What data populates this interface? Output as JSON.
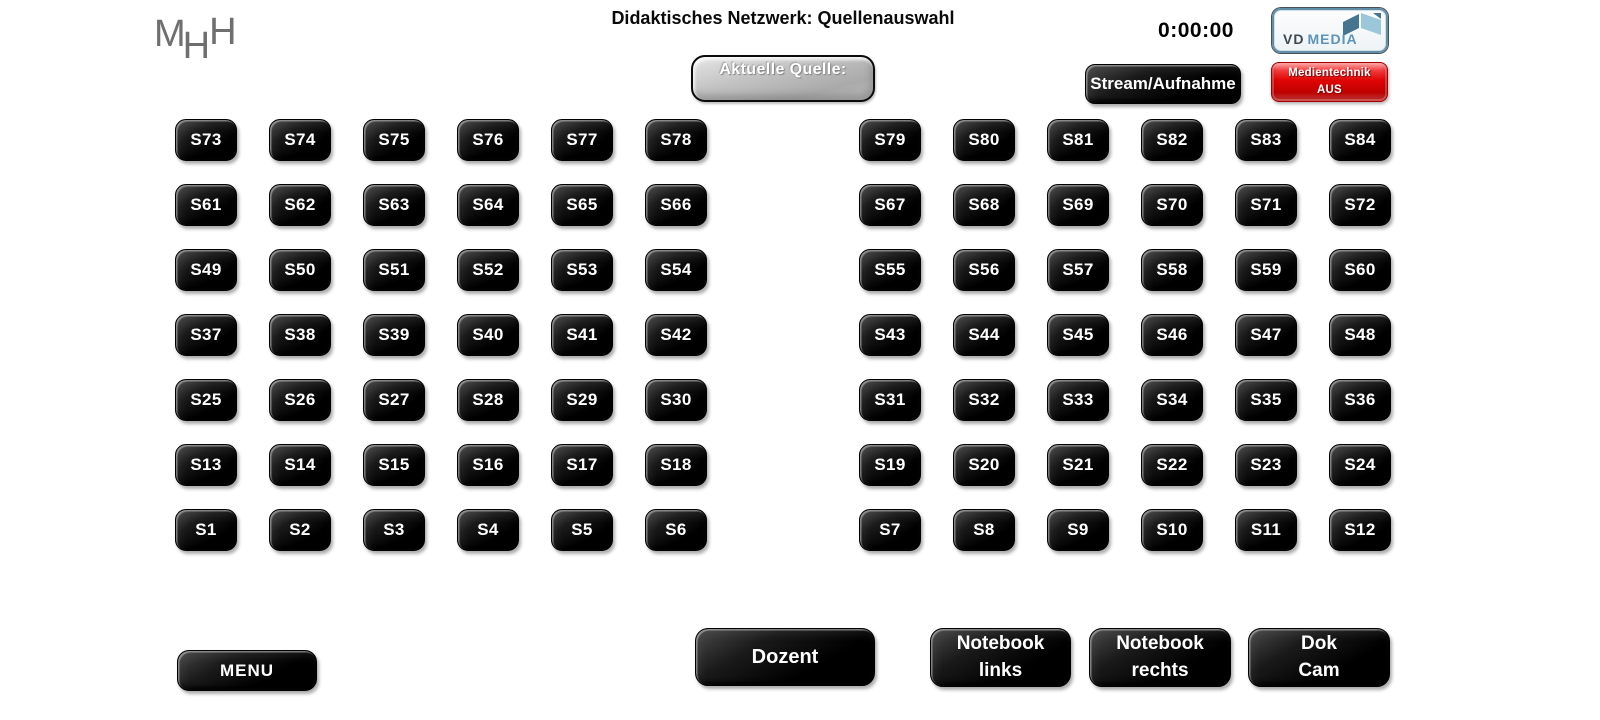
{
  "header": {
    "logo_letters": [
      "M",
      "H",
      "H"
    ],
    "title": "Didaktisches Netzwerk: Quellenauswahl",
    "current_source": {
      "label": "Aktuelle Quelle:",
      "value": ""
    },
    "timer": "0:00:00",
    "vd_media": {
      "part1": "VD",
      "part2": "MEDIA",
      "icon": "open-book-ribbon-icon"
    },
    "stream_button": "Stream/Aufnahme",
    "media_off_button": {
      "line1": "Medientechnik",
      "line2": "AUS"
    }
  },
  "sources": {
    "left": [
      "S73",
      "S74",
      "S75",
      "S76",
      "S77",
      "S78",
      "S61",
      "S62",
      "S63",
      "S64",
      "S65",
      "S66",
      "S49",
      "S50",
      "S51",
      "S52",
      "S53",
      "S54",
      "S37",
      "S38",
      "S39",
      "S40",
      "S41",
      "S42",
      "S25",
      "S26",
      "S27",
      "S28",
      "S29",
      "S30",
      "S13",
      "S14",
      "S15",
      "S16",
      "S17",
      "S18",
      "S1",
      "S2",
      "S3",
      "S4",
      "S5",
      "S6"
    ],
    "right": [
      "S79",
      "S80",
      "S81",
      "S82",
      "S83",
      "S84",
      "S67",
      "S68",
      "S69",
      "S70",
      "S71",
      "S72",
      "S55",
      "S56",
      "S57",
      "S58",
      "S59",
      "S60",
      "S43",
      "S44",
      "S45",
      "S46",
      "S47",
      "S48",
      "S31",
      "S32",
      "S33",
      "S34",
      "S35",
      "S36",
      "S19",
      "S20",
      "S21",
      "S22",
      "S23",
      "S24",
      "S7",
      "S8",
      "S9",
      "S10",
      "S11",
      "S12"
    ]
  },
  "footer": {
    "menu": "MENU",
    "dozent": "Dozent",
    "notebook_links": {
      "line1": "Notebook",
      "line2": "links"
    },
    "notebook_rechts": {
      "line1": "Notebook",
      "line2": "rechts"
    },
    "dok_cam": {
      "line1": "Dok",
      "line2": "Cam"
    }
  },
  "colors": {
    "accent_red": "#e00505",
    "logo_gray": "#6f6f6f",
    "vd_blue": "#5e93b8",
    "vd_dark": "#3d4a52",
    "button_black": "#000000"
  }
}
